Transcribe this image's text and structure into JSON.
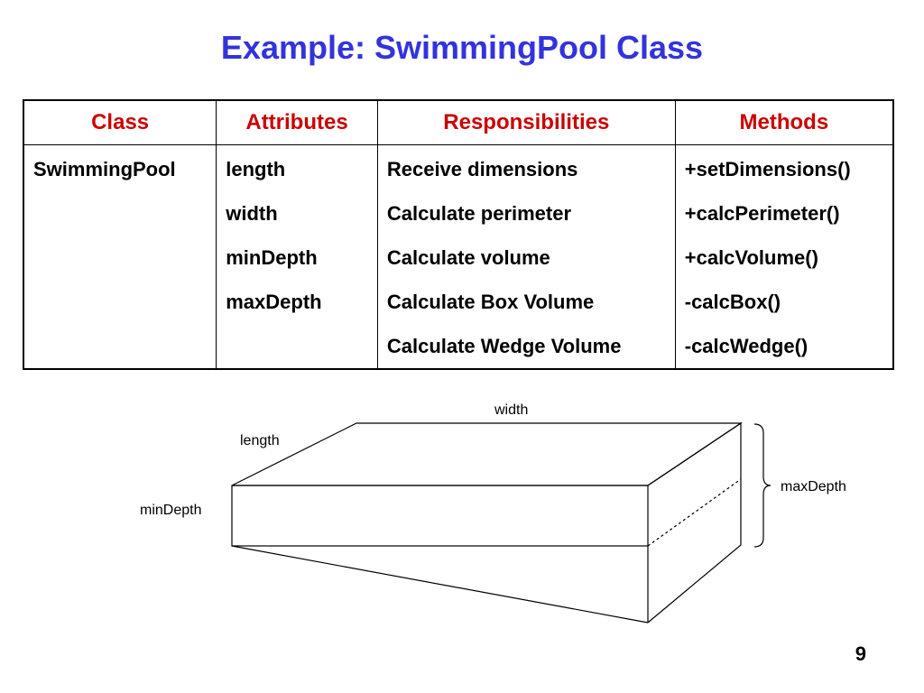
{
  "title": "Example: SwimmingPool Class",
  "table": {
    "headers": [
      "Class",
      "Attributes",
      "Responsibilities",
      "Methods"
    ],
    "rows": [
      [
        "SwimmingPool",
        "length",
        "Receive dimensions",
        "+setDimensions()"
      ],
      [
        "",
        "width",
        "Calculate perimeter",
        "+calcPerimeter()"
      ],
      [
        "",
        "minDepth",
        "Calculate volume",
        "+calcVolume()"
      ],
      [
        "",
        "maxDepth",
        "Calculate Box Volume",
        "-calcBox()"
      ],
      [
        "",
        "",
        "Calculate Wedge Volume",
        "-calcWedge()"
      ]
    ]
  },
  "diagram": {
    "labels": {
      "width": "width",
      "length": "length",
      "minDepth": "minDepth",
      "maxDepth": "maxDepth"
    }
  },
  "page_number": "9"
}
